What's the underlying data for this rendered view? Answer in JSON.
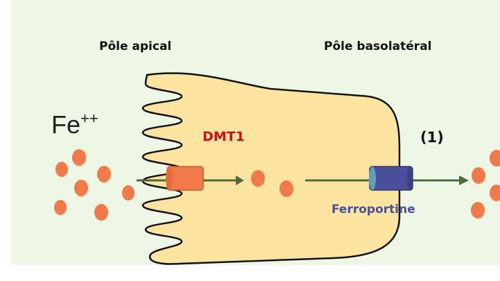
{
  "labels": {
    "pole_apical": "Pôle apical",
    "pole_basolateral": "Pôle basolatéral",
    "ion_base": "Fe",
    "ion_charge": "++",
    "dmt1": "DMT1",
    "step": "(1)",
    "ferroportine": "Ferroportine"
  },
  "colors": {
    "background": "#eef7e6",
    "cell_fill": "#fbe3a0",
    "cell_outline": "#111111",
    "iron": "#f2794a",
    "dmt1_transporter": "#f2794a",
    "ferroportin_transporter": "#4a4f9a",
    "arrow": "#4d6b39",
    "dmt1_text": "#c8101a",
    "ferroportine_text": "#4a4f9a"
  }
}
